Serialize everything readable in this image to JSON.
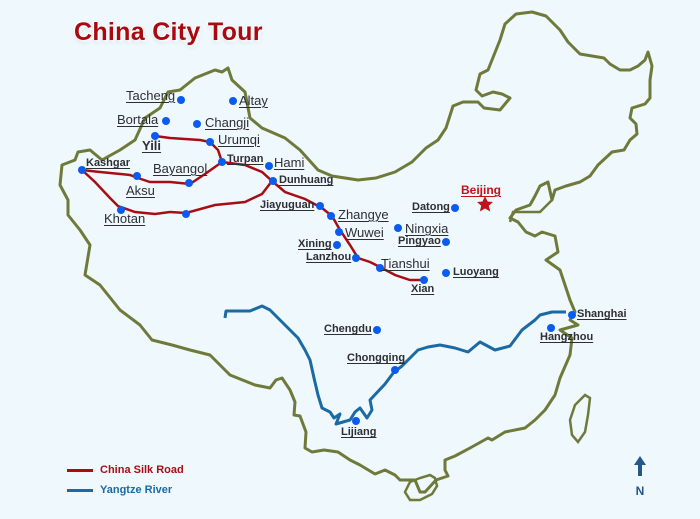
{
  "title": "China City Tour",
  "colors": {
    "background": "#eef8fd",
    "title": "#a80a10",
    "border": "#6f7a3a",
    "silk_road": "#a80d14",
    "yangtze": "#1b6aa3",
    "city_dot": "#0a5cf0",
    "capital": "#c0121a",
    "label": "#2e2e33",
    "north_arrow": "#24578a"
  },
  "capital": {
    "name": "Beijing",
    "icon": "star-icon"
  },
  "cities": [
    {
      "name": "Tacheng"
    },
    {
      "name": "Altay"
    },
    {
      "name": "Bortala"
    },
    {
      "name": "Changji"
    },
    {
      "name": "Yili"
    },
    {
      "name": "Urumqi"
    },
    {
      "name": "Kashgar"
    },
    {
      "name": "Bayangol"
    },
    {
      "name": "Turpan"
    },
    {
      "name": "Hami"
    },
    {
      "name": "Aksu"
    },
    {
      "name": "Dunhuang"
    },
    {
      "name": "Khotan"
    },
    {
      "name": "Jiayuguan"
    },
    {
      "name": "Zhangye"
    },
    {
      "name": "Wuwei"
    },
    {
      "name": "Xining"
    },
    {
      "name": "Lanzhou"
    },
    {
      "name": "Tianshui"
    },
    {
      "name": "Xian"
    },
    {
      "name": "Datong"
    },
    {
      "name": "Ningxia"
    },
    {
      "name": "Pingyao"
    },
    {
      "name": "Luoyang"
    },
    {
      "name": "Chengdu"
    },
    {
      "name": "Chongqing"
    },
    {
      "name": "Lijiang"
    },
    {
      "name": "Shanghai"
    },
    {
      "name": "Hangzhou"
    }
  ],
  "legend": {
    "items": [
      {
        "label": "China Silk Road",
        "color": "#a80d14"
      },
      {
        "label": "Yangtze River",
        "color": "#1b6aa3"
      }
    ]
  },
  "compass": {
    "label": "N",
    "icon": "north-arrow-icon"
  }
}
